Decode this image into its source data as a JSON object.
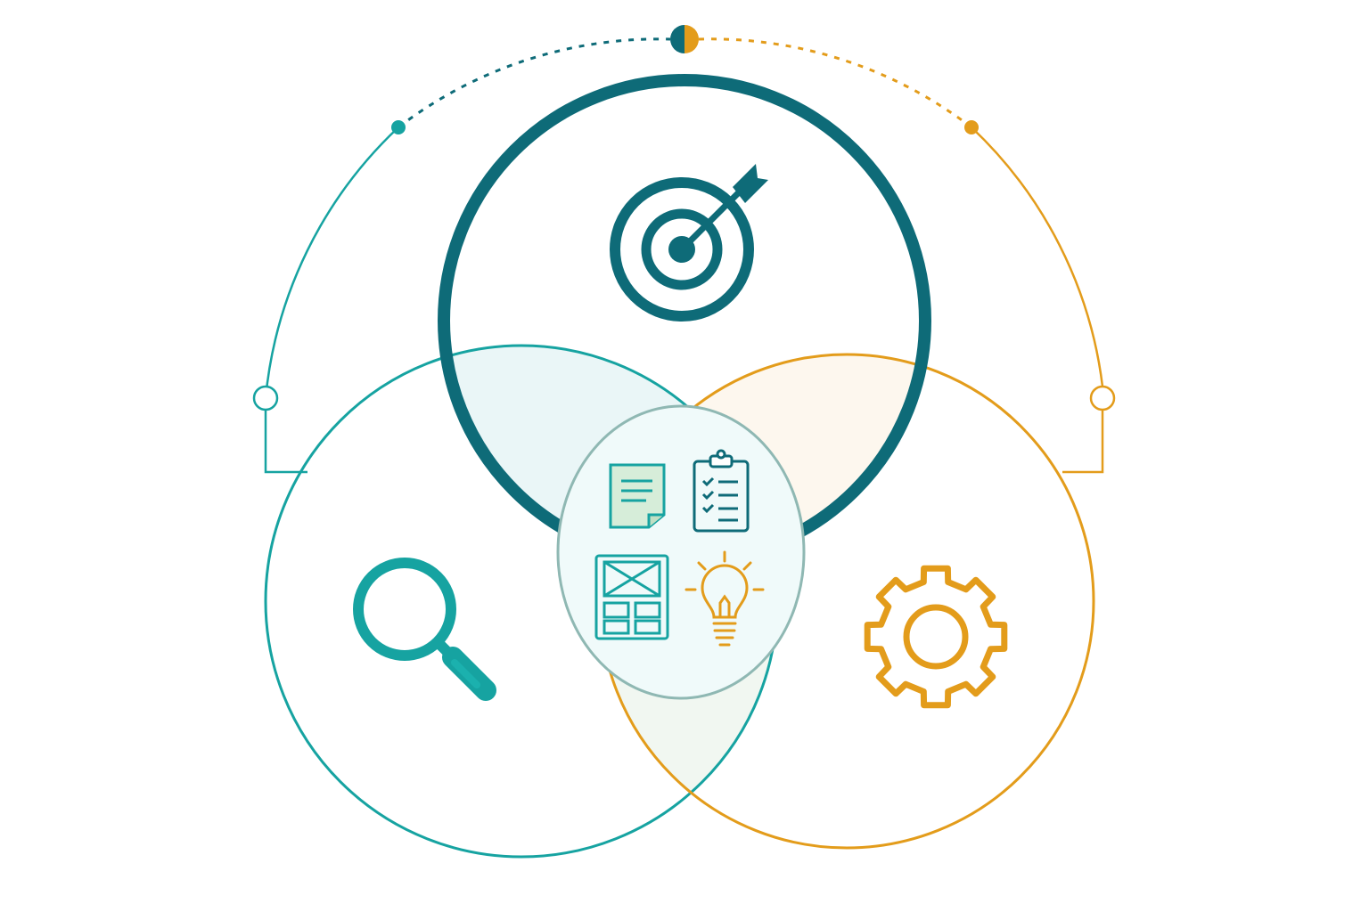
{
  "diagram": {
    "type": "three-circle venn",
    "labels": [],
    "circles": [
      {
        "name": "top",
        "icon": "target-arrow-icon",
        "color": "#0E6B78"
      },
      {
        "name": "left",
        "icon": "magnifier-icon",
        "color": "#16A3A1"
      },
      {
        "name": "right",
        "icon": "gear-icon",
        "color": "#E39C1B"
      }
    ],
    "center_icons": [
      "sticky-note-icon",
      "clipboard-checklist-icon",
      "wireframe-icon",
      "lightbulb-icon"
    ],
    "connector": {
      "left_color": "#16A3A1",
      "right_color": "#E39C1B",
      "top_node_colors": [
        "#0E6B78",
        "#E39C1B"
      ]
    }
  },
  "colors": {
    "teal_dark": "#0E6B78",
    "teal": "#16A3A1",
    "orange": "#E39C1B",
    "center_fill": "#F0FAFA",
    "center_stroke": "#8FB8B3"
  }
}
